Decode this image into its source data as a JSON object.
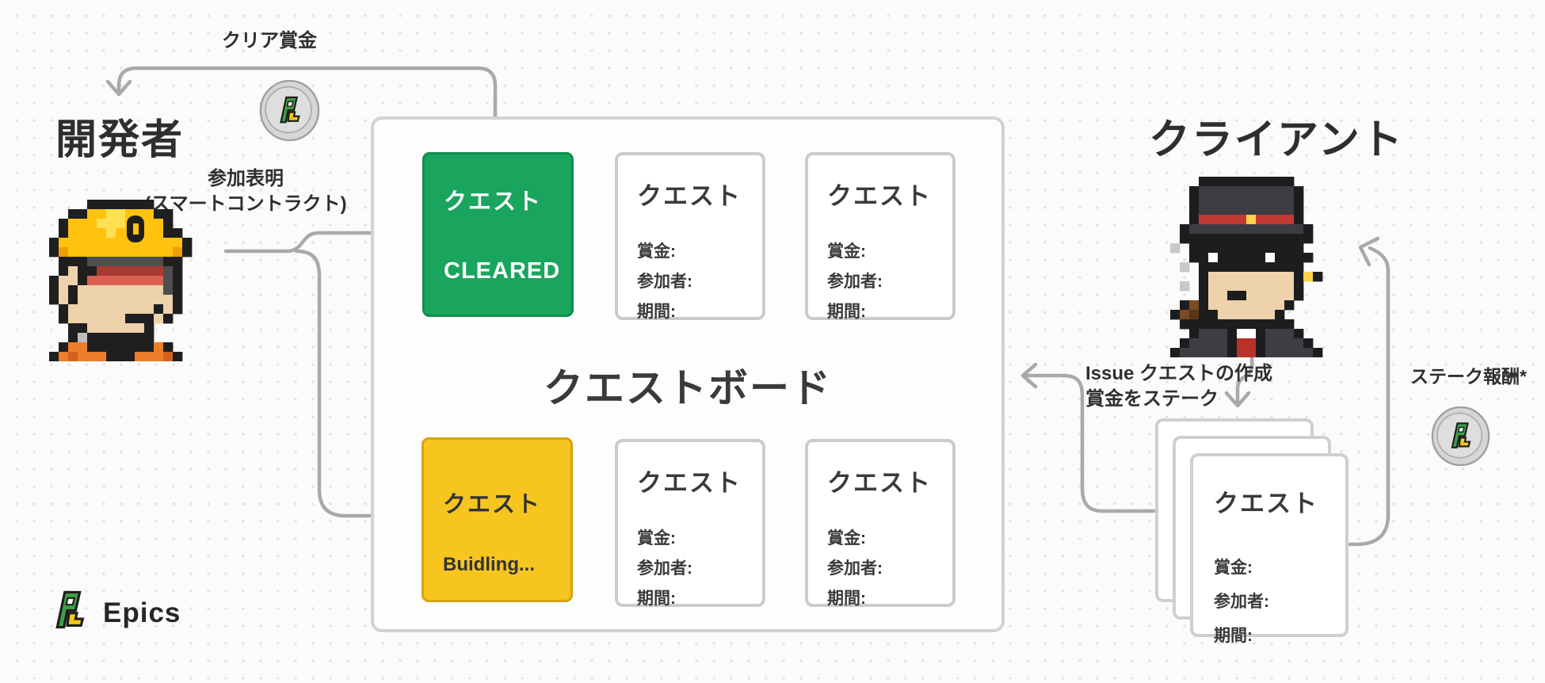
{
  "actors": {
    "developer": {
      "label": "開発者"
    },
    "client": {
      "label": "クライアント"
    }
  },
  "labels": {
    "clear_reward": "クリア賞金",
    "join_line1": "参加表明",
    "join_line2": "(スマートコントラクト)",
    "issue_line1": "Issue クエストの作成",
    "issue_line2": "賞金をステーク",
    "stake_reward": "ステーク報酬*"
  },
  "board": {
    "title": "クエストボード",
    "cleared_quest": {
      "title": "クエスト",
      "status": "CLEARED"
    },
    "building_quest": {
      "title": "クエスト",
      "status": "Buidling..."
    },
    "card": {
      "title": "クエスト",
      "fields": [
        "賞金:",
        "参加者:",
        "期間:"
      ]
    }
  },
  "stacked_quest": {
    "title": "クエスト",
    "fields": [
      "賞金:",
      "参加者:",
      "期間:"
    ]
  },
  "brand": {
    "name": "Epics"
  },
  "icons": {
    "developer_avatar": "pixel-worker-avatar",
    "client_avatar": "pixel-gentleman-avatar",
    "coin": "epics-coin-icon",
    "logo": "epics-logo"
  },
  "colors": {
    "cleared_green": "#1aa55e",
    "building_yellow": "#f6c520",
    "arrow_grey": "#a9a9a9",
    "card_border": "#cbcbcb",
    "text": "#333333"
  }
}
